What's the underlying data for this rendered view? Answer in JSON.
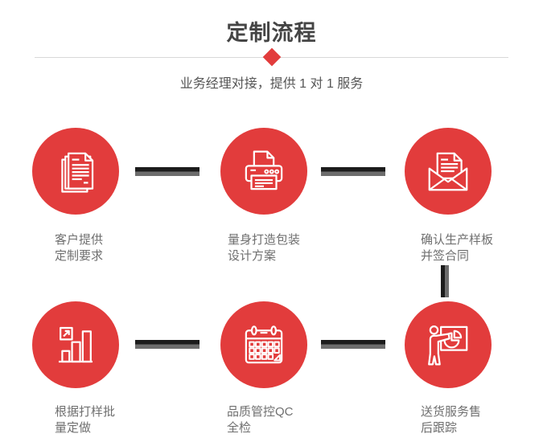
{
  "header": {
    "title": "定制流程",
    "subtitle": "业务经理对接，提供 1 对 1 服务"
  },
  "colors": {
    "accent_red": "#e23c3c",
    "connector_dark": "#1c1c1c",
    "connector_gray": "#6d6d6d",
    "divider_line": "#d8d8d8",
    "title_text": "#454545",
    "label_text": "#6f6f6f"
  },
  "steps": [
    {
      "icon": "documents-icon",
      "label": "客户提供\n定制要求"
    },
    {
      "icon": "printer-icon",
      "label": "量身打造包装\n设计方案"
    },
    {
      "icon": "envelope-icon",
      "label": "确认生产样板\n并签合同"
    },
    {
      "icon": "bar-chart-icon",
      "label": "根据打样批\n量定做"
    },
    {
      "icon": "calendar-icon",
      "label": "品质管控QC\n全检"
    },
    {
      "icon": "presentation-icon",
      "label": "送货服务售\n后跟踪"
    }
  ]
}
